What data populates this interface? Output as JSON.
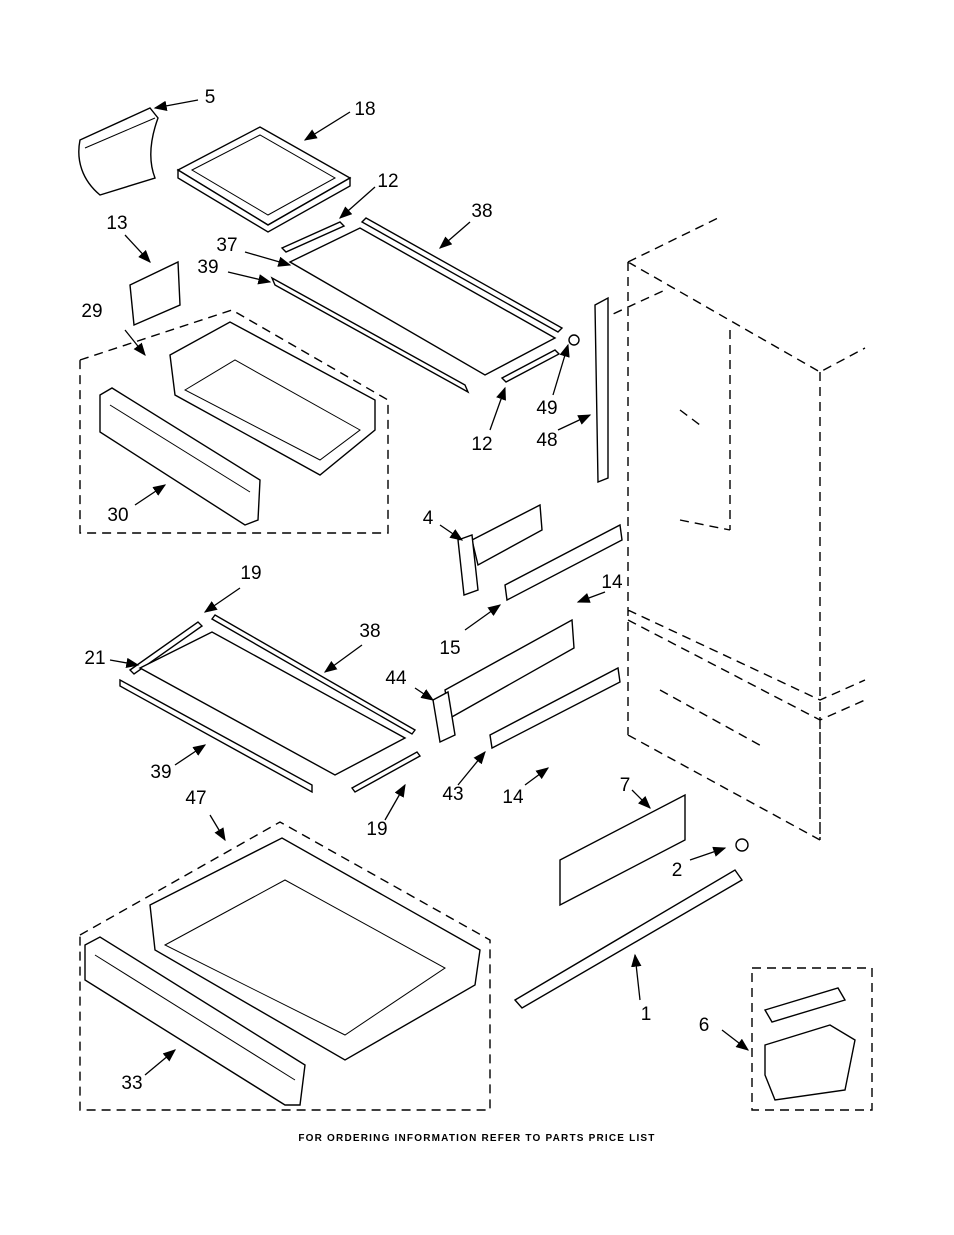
{
  "diagram": {
    "callouts": [
      "5",
      "18",
      "12",
      "38",
      "13",
      "37",
      "39",
      "29",
      "49",
      "48",
      "12",
      "30",
      "4",
      "14",
      "19",
      "38",
      "21",
      "15",
      "44",
      "39",
      "43",
      "14",
      "19",
      "47",
      "7",
      "2",
      "1",
      "6",
      "33"
    ]
  },
  "footer": {
    "text": "FOR ORDERING INFORMATION REFER TO PARTS PRICE LIST"
  }
}
